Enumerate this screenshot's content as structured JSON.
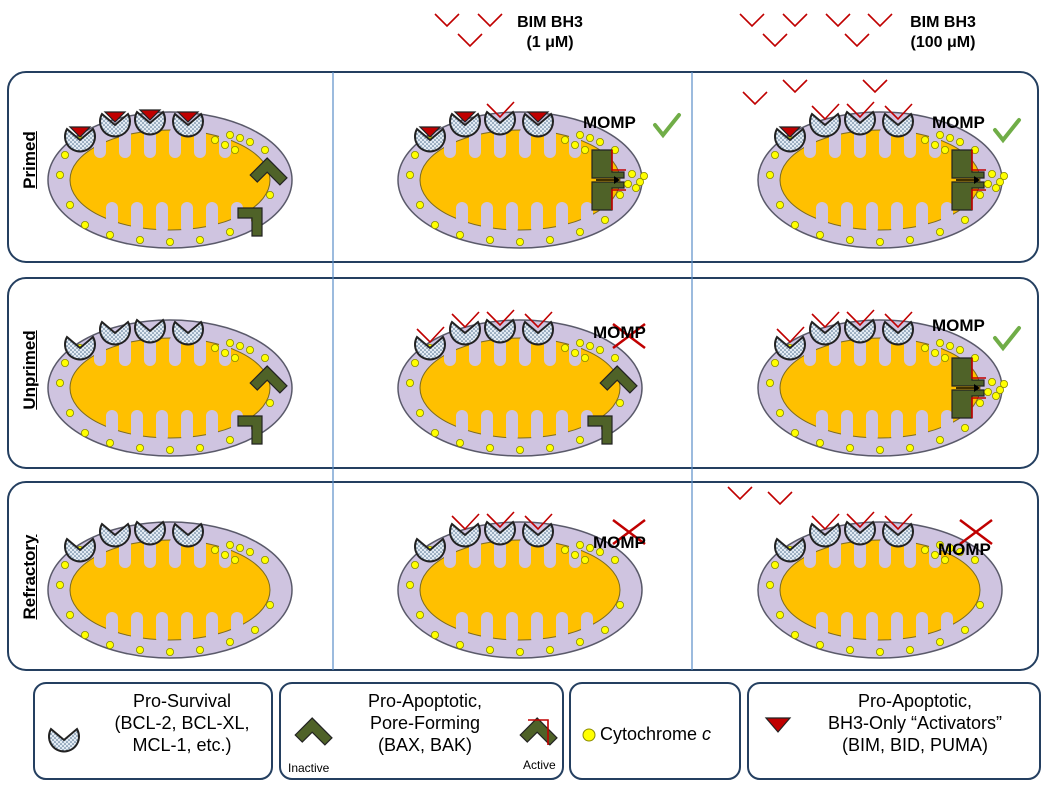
{
  "columns": [
    {
      "col": 1,
      "header": ""
    },
    {
      "col": 2,
      "header": [
        "BIM BH3",
        "(1 μM)"
      ]
    },
    {
      "col": 3,
      "header": [
        "BIM BH3",
        "(100 μM)"
      ]
    }
  ],
  "rows": [
    {
      "label": "Primed",
      "cells": [
        {
          "momp": "",
          "result": "none"
        },
        {
          "momp": "MOMP",
          "result": "check"
        },
        {
          "momp": "MOMP",
          "result": "check"
        }
      ]
    },
    {
      "label": "Unprimed",
      "cells": [
        {
          "momp": "",
          "result": "none"
        },
        {
          "momp": "MOMP",
          "result": "cross"
        },
        {
          "momp": "MOMP",
          "result": "check"
        }
      ]
    },
    {
      "label": "Refractory",
      "cells": [
        {
          "momp": "",
          "result": "none"
        },
        {
          "momp": "MOMP",
          "result": "cross"
        },
        {
          "momp": "MOMP",
          "result": "cross"
        }
      ]
    }
  ],
  "legend": {
    "pro_survival": [
      "Pro-Survival",
      "(BCL-2, BCL-XL,",
      "MCL-1, etc.)"
    ],
    "pore_forming": [
      "Pro-Apoptotic,",
      "Pore-Forming",
      "(BAX, BAK)"
    ],
    "inactive": "Inactive",
    "active": "Active",
    "cytochrome_text": "Cytochrome ",
    "cytochrome_italic": "c",
    "activators": [
      "Pro-Apoptotic,",
      "BH3-Only “Activators”",
      "(BIM, BID, PUMA)"
    ]
  },
  "colors": {
    "matrix": "#ffc000",
    "membrane": "#cfc4e0",
    "membrane_stroke": "#5a5a6a",
    "pore": "#4f6228",
    "activator": "#c00000",
    "bim": "#c00000",
    "cyto": "#ffff00",
    "check": "#70ad47",
    "frame": "#243f60",
    "divider": "#5b8ec9"
  }
}
